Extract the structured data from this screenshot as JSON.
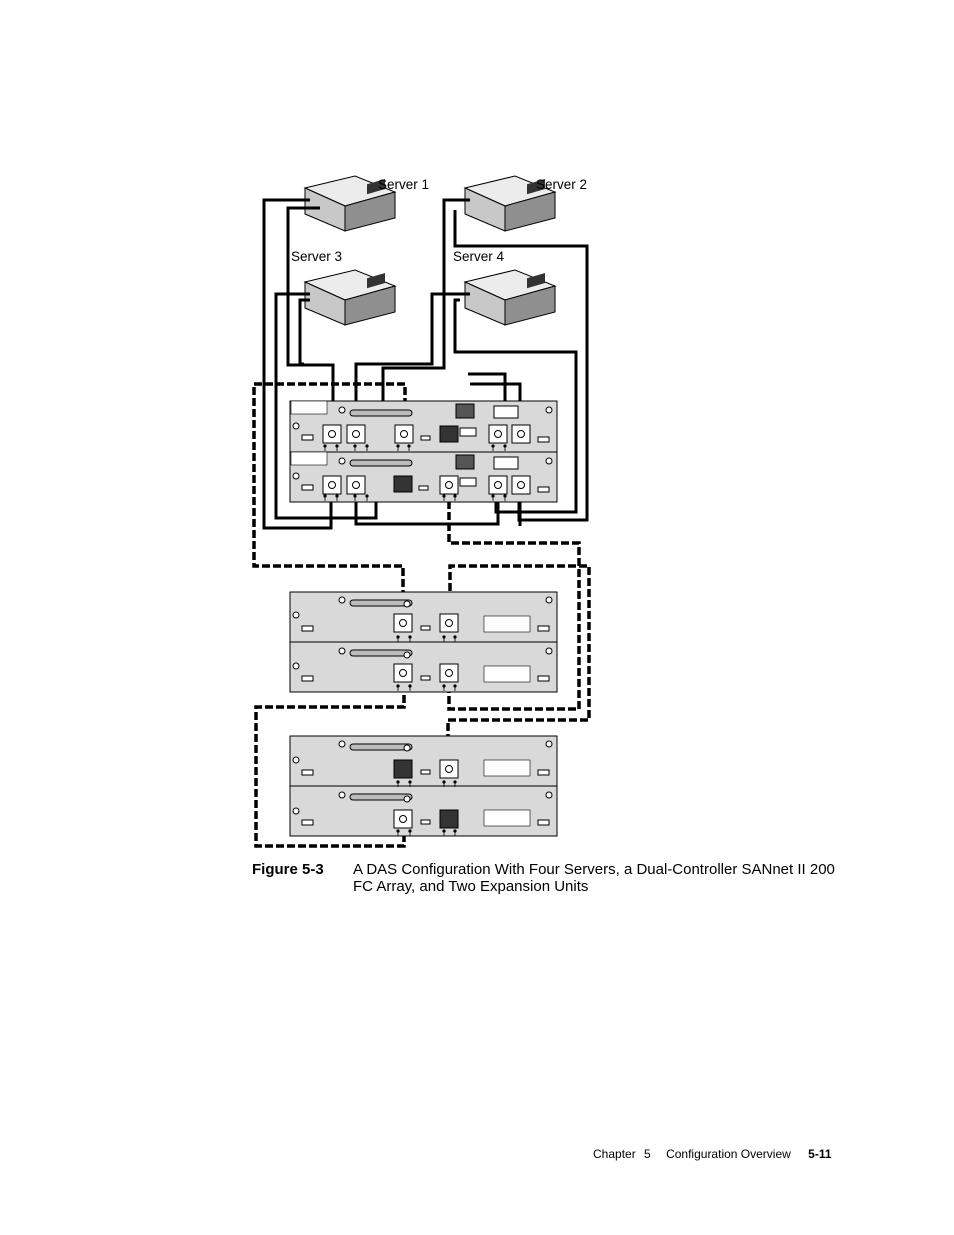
{
  "servers": [
    {
      "label": "Server 1"
    },
    {
      "label": "Server 2"
    },
    {
      "label": "Server 3"
    },
    {
      "label": "Server 4"
    }
  ],
  "figure": {
    "number": "Figure 5-3",
    "caption": "A DAS Configuration With Four Servers, a Dual-Controller SANnet II 200 FC Array, and Two Expansion Units"
  },
  "footer": {
    "chapter": "Chapter",
    "chapter_num": "5",
    "section": "Configuration Overview",
    "page": "5-11"
  },
  "colors": {
    "chassis": "#d9d9d9",
    "server_top": "#e6e6e6",
    "server_side": "#8f8f8f",
    "cable": "#000000"
  },
  "icons": [
    "server-icon",
    "controller-module",
    "io-module",
    "port-icon"
  ]
}
